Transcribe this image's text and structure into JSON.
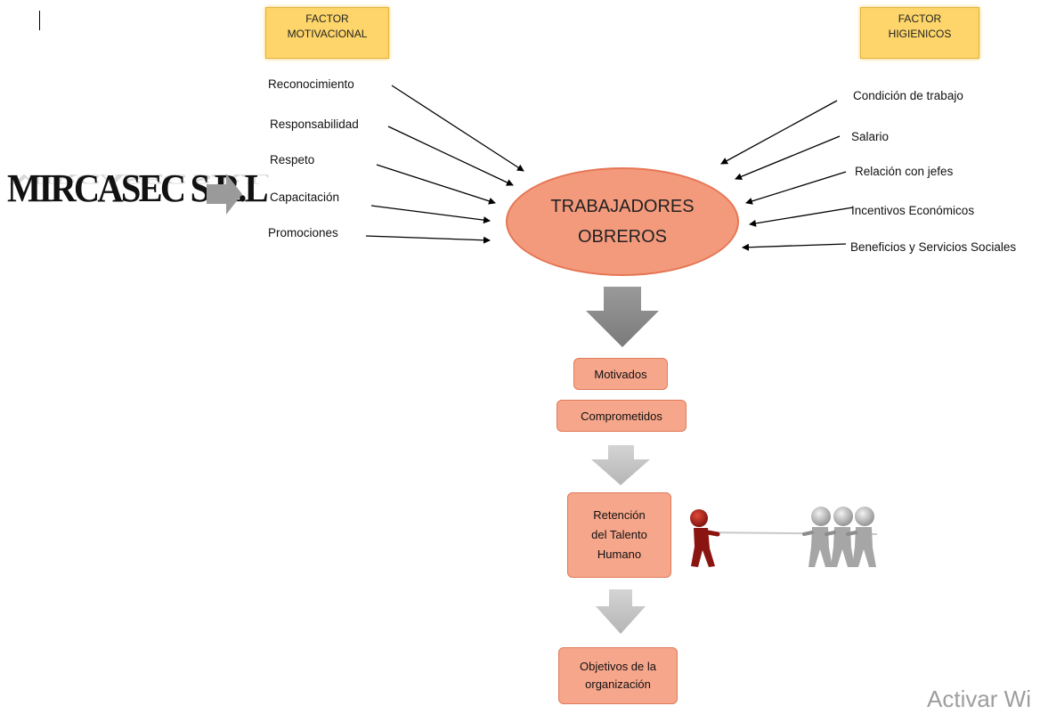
{
  "company": "MIRCASEC S.R.L",
  "factor_motivacional": {
    "line1": "FACTOR",
    "line2": "MOTIVACIONAL"
  },
  "factor_higienicos": {
    "line1": "FACTOR",
    "line2": "HIGIENICOS"
  },
  "motivational_items": [
    "Reconocimiento",
    "Responsabilidad",
    "Respeto",
    "Capacitación",
    "Promociones"
  ],
  "hygiene_items": [
    "Condición de trabajo",
    "Salario",
    "Relación con jefes",
    "Incentivos Económicos",
    "Beneficios y Servicios Sociales"
  ],
  "center": {
    "line1": "TRABAJADORES",
    "line2": "OBREROS"
  },
  "outcomes": {
    "motivados": "Motivados",
    "comprometidos": "Comprometidos",
    "retencion": [
      "Retención",
      "del Talento",
      "Humano"
    ],
    "objetivos": [
      "Objetivos de la",
      "organización"
    ]
  },
  "watermark": "Activar Wi",
  "colors": {
    "factor_fill": "#fdd56a",
    "node_fill": "#f49a7c",
    "box_fill": "#f6a68b",
    "arrow_gray": "#8c8c8c"
  },
  "icons": {
    "tug_of_war": "tug-of-war-figures-icon"
  }
}
